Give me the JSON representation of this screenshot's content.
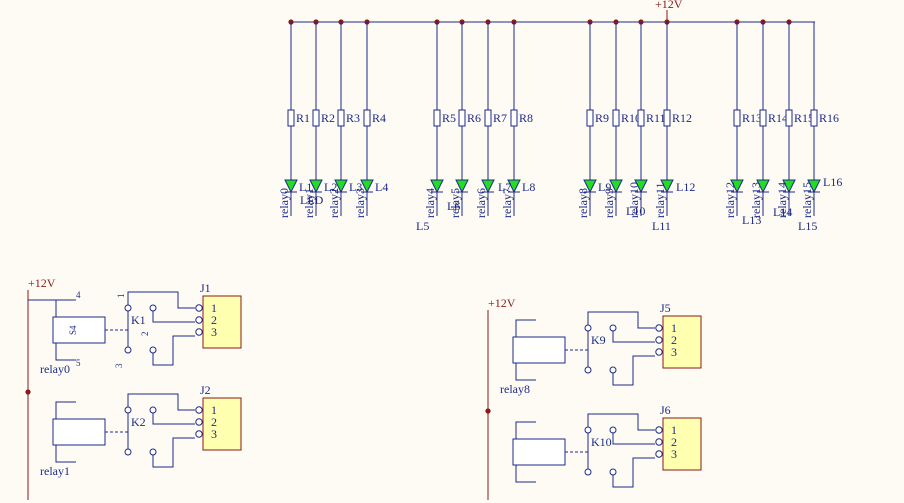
{
  "power": {
    "top": "+12V",
    "left_a": "+12V",
    "left_b": "+12V"
  },
  "led_section": {
    "resistors": [
      "R1",
      "R2",
      "R3",
      "R4",
      "R5",
      "R6",
      "R7",
      "R8",
      "R9",
      "R10",
      "R11",
      "R12",
      "R13",
      "R14",
      "R15",
      "R16"
    ],
    "leds": [
      "L1",
      "L2",
      "L3",
      "L4",
      "L5",
      "L6",
      "L7",
      "L8",
      "L9",
      "L10",
      "L11",
      "L12",
      "L13",
      "L14",
      "L15",
      "L16"
    ],
    "nets": [
      "relay0",
      "relay1",
      "relay2",
      "relay3",
      "relay4",
      "relay5",
      "relay6",
      "relay7",
      "relay8",
      "relay9",
      "relay10",
      "relay11",
      "relay12",
      "relay13",
      "relay14",
      "relay15"
    ],
    "extra_label": "LED"
  },
  "relays": [
    {
      "coil_label": "S4",
      "relay": "K1",
      "connector": "J1",
      "net": "relay0",
      "pins": [
        "1",
        "2",
        "3"
      ],
      "switch_pins": [
        "1",
        "2",
        "3"
      ],
      "coil_pins": [
        "4",
        "5"
      ]
    },
    {
      "coil_label": "",
      "relay": "K2",
      "connector": "J2",
      "net": "relay1",
      "pins": [
        "1",
        "2",
        "3"
      ]
    },
    {
      "coil_label": "",
      "relay": "K9",
      "connector": "J5",
      "net": "relay8",
      "pins": [
        "1",
        "2",
        "3"
      ]
    },
    {
      "coil_label": "",
      "relay": "K10",
      "connector": "J6",
      "net": "",
      "pins": [
        "1",
        "2",
        "3"
      ]
    }
  ]
}
